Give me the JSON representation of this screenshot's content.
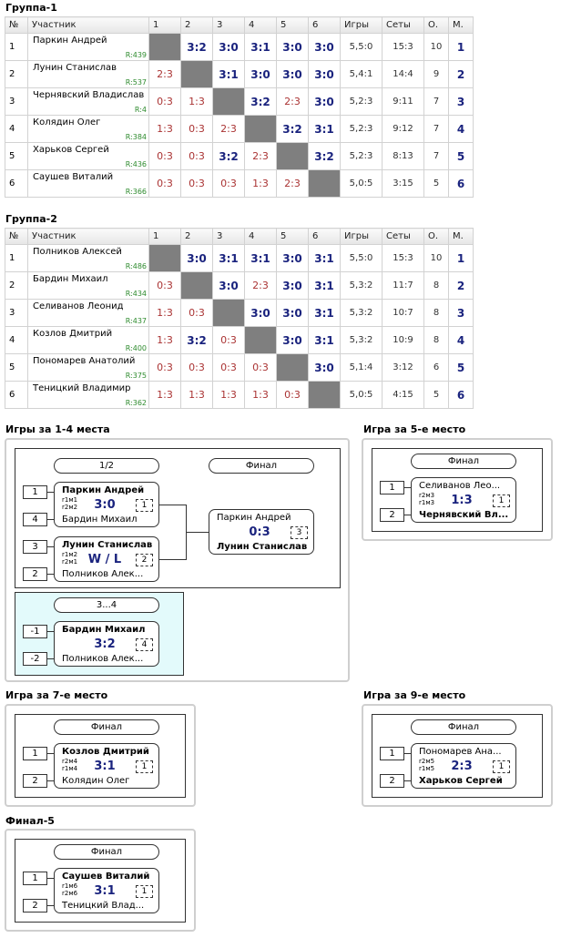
{
  "groups": [
    {
      "title": "Группа-1",
      "header": [
        "№",
        "Участник",
        "1",
        "2",
        "3",
        "4",
        "5",
        "6",
        "Игры",
        "Сеты",
        "О.",
        "М."
      ],
      "rows": [
        {
          "num": "1",
          "name": "Паркин Андрей",
          "rating": "R:439",
          "scores": [
            "",
            "3:2",
            "3:0",
            "3:1",
            "3:0",
            "3:0"
          ],
          "games": "5,5:0",
          "sets": "15:3",
          "points": "10",
          "place": "1"
        },
        {
          "num": "2",
          "name": "Лунин Станислав",
          "rating": "R:537",
          "scores": [
            "2:3",
            "",
            "3:1",
            "3:0",
            "3:0",
            "3:0"
          ],
          "games": "5,4:1",
          "sets": "14:4",
          "points": "9",
          "place": "2"
        },
        {
          "num": "3",
          "name": "Чернявский Владислав",
          "rating": "R:4",
          "scores": [
            "0:3",
            "1:3",
            "",
            "3:2",
            "2:3",
            "3:0"
          ],
          "games": "5,2:3",
          "sets": "9:11",
          "points": "7",
          "place": "3"
        },
        {
          "num": "4",
          "name": "Колядин Олег",
          "rating": "R:384",
          "scores": [
            "1:3",
            "0:3",
            "2:3",
            "",
            "3:2",
            "3:1"
          ],
          "games": "5,2:3",
          "sets": "9:12",
          "points": "7",
          "place": "4"
        },
        {
          "num": "5",
          "name": "Харьков Сергей",
          "rating": "R:436",
          "scores": [
            "0:3",
            "0:3",
            "3:2",
            "2:3",
            "",
            "3:2"
          ],
          "games": "5,2:3",
          "sets": "8:13",
          "points": "7",
          "place": "5"
        },
        {
          "num": "6",
          "name": "Саушев Виталий",
          "rating": "R:366",
          "scores": [
            "0:3",
            "0:3",
            "0:3",
            "1:3",
            "2:3",
            ""
          ],
          "games": "5,0:5",
          "sets": "3:15",
          "points": "5",
          "place": "6"
        }
      ]
    },
    {
      "title": "Группа-2",
      "header": [
        "№",
        "Участник",
        "1",
        "2",
        "3",
        "4",
        "5",
        "6",
        "Игры",
        "Сеты",
        "О.",
        "М."
      ],
      "rows": [
        {
          "num": "1",
          "name": "Полников Алексей",
          "rating": "R:486",
          "scores": [
            "",
            "3:0",
            "3:1",
            "3:1",
            "3:0",
            "3:1"
          ],
          "games": "5,5:0",
          "sets": "15:3",
          "points": "10",
          "place": "1"
        },
        {
          "num": "2",
          "name": "Бардин Михаил",
          "rating": "R:434",
          "scores": [
            "0:3",
            "",
            "3:0",
            "2:3",
            "3:0",
            "3:1"
          ],
          "games": "5,3:2",
          "sets": "11:7",
          "points": "8",
          "place": "2"
        },
        {
          "num": "3",
          "name": "Селиванов Леонид",
          "rating": "R:437",
          "scores": [
            "1:3",
            "0:3",
            "",
            "3:0",
            "3:0",
            "3:1"
          ],
          "games": "5,3:2",
          "sets": "10:7",
          "points": "8",
          "place": "3"
        },
        {
          "num": "4",
          "name": "Козлов Дмитрий",
          "rating": "R:400",
          "scores": [
            "1:3",
            "3:2",
            "0:3",
            "",
            "3:0",
            "3:1"
          ],
          "games": "5,3:2",
          "sets": "10:9",
          "points": "8",
          "place": "4"
        },
        {
          "num": "5",
          "name": "Пономарев Анатолий",
          "rating": "R:375",
          "scores": [
            "0:3",
            "0:3",
            "0:3",
            "0:3",
            "",
            "3:0"
          ],
          "games": "5,1:4",
          "sets": "3:12",
          "points": "6",
          "place": "5"
        },
        {
          "num": "6",
          "name": "Теницкий Владимир",
          "rating": "R:362",
          "scores": [
            "1:3",
            "1:3",
            "1:3",
            "1:3",
            "0:3",
            ""
          ],
          "games": "5,0:5",
          "sets": "4:15",
          "points": "5",
          "place": "6"
        }
      ]
    }
  ],
  "playoffs": {
    "p14": {
      "title": "Игры за 1-4 места",
      "round_semi": "1/2",
      "round_final": "Финал",
      "round_third": "3...4",
      "semi1": {
        "seed1": "1",
        "seed2": "4",
        "p1": "Паркин Андрей",
        "p2": "Бардин Михаил",
        "r1": "r1м1",
        "r2": "r2м2",
        "score": "3:0",
        "match_no": "1"
      },
      "semi2": {
        "seed1": "3",
        "seed2": "2",
        "p1": "Лунин Станислав",
        "p2": "Полников Алек...",
        "r1": "r1м2",
        "r2": "r2м1",
        "score": "W / L",
        "match_no": "2"
      },
      "final": {
        "p1": "Паркин Андрей",
        "p2": "Лунин Станислав",
        "score": "0:3",
        "match_no": "3"
      },
      "third": {
        "seed1": "-1",
        "seed2": "-2",
        "p1": "Бардин Михаил",
        "p2": "Полников Алек...",
        "score": "3:2",
        "match_no": "4"
      }
    },
    "p5": {
      "title": "Игра за 5-е место",
      "round": "Финал",
      "match": {
        "seed1": "1",
        "seed2": "2",
        "p1": "Селиванов Лео...",
        "p2": "Чернявский Вл...",
        "r1": "r2м3",
        "r2": "r1м3",
        "score": "1:3",
        "match_no": "1"
      }
    },
    "p7": {
      "title": "Игра за 7-е место",
      "round": "Финал",
      "match": {
        "seed1": "1",
        "seed2": "2",
        "p1": "Козлов Дмитрий",
        "p2": "Колядин Олег",
        "r1": "r2м4",
        "r2": "r1м4",
        "score": "3:1",
        "match_no": "1"
      }
    },
    "p9": {
      "title": "Игра за 9-е место",
      "round": "Финал",
      "match": {
        "seed1": "1",
        "seed2": "2",
        "p1": "Пономарев Ана...",
        "p2": "Харьков Сергей",
        "r1": "r2м5",
        "r2": "r1м5",
        "score": "2:3",
        "match_no": "1"
      }
    },
    "f5": {
      "title": "Финал-5",
      "round": "Финал",
      "match": {
        "seed1": "1",
        "seed2": "2",
        "p1": "Саушев Виталий",
        "p2": "Теницкий Влад...",
        "r1": "r1м6",
        "r2": "r2м6",
        "score": "3:1",
        "match_no": "1"
      }
    }
  },
  "colors": {
    "win": "#1a237e",
    "loss": "#a33",
    "rating": "#2e8b2e",
    "diagonal": "#7f7f7f",
    "third_place_bg": "#e3fafb"
  }
}
